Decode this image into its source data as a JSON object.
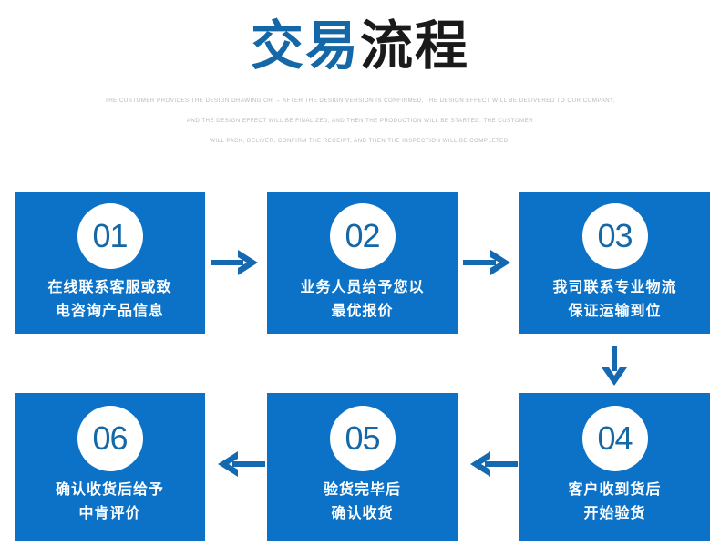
{
  "header": {
    "title_blue": "交易",
    "title_black": "流程",
    "subtitle_lines": [
      "THE CUSTOMER PROVIDES THE DESIGN DRAWING OR → AFTER THE DESIGN VERSION IS CONFIRMED, THE DESIGN EFFECT WILL BE DELIVERED TO OUR COMPANY,",
      "AND THE DESIGN EFFECT WILL BE FINALIZED, AND THEN THE PRODUCTION WILL BE STARTED. THE CUSTOMER",
      "WILL PACK, DELIVER, CONFIRM THE RECEIPT, AND THEN THE INSPECTION WILL BE COMPLETED."
    ]
  },
  "colors": {
    "brand_blue": "#0b72c8",
    "title_blue": "#1468a8",
    "title_black": "#1a1a1a",
    "subtitle_gray": "#b9b9b9",
    "badge_white": "#ffffff"
  },
  "steps": [
    {
      "number": "01",
      "line1": "在线联系客服或致",
      "line2": "电咨询产品信息"
    },
    {
      "number": "02",
      "line1": "业务人员给予您以",
      "line2": "最优报价"
    },
    {
      "number": "03",
      "line1": "我司联系专业物流",
      "line2": "保证运输到位"
    },
    {
      "number": "04",
      "line1": "客户收到货后",
      "line2": "开始验货"
    },
    {
      "number": "05",
      "line1": "验货完毕后",
      "line2": "确认收货"
    },
    {
      "number": "06",
      "line1": "确认收货后给予",
      "line2": "中肯评价"
    }
  ],
  "arrows": [
    {
      "name": "arrow-right-1-2",
      "direction": "right"
    },
    {
      "name": "arrow-right-2-3",
      "direction": "right"
    },
    {
      "name": "arrow-down-3-4",
      "direction": "down"
    },
    {
      "name": "arrow-left-4-5",
      "direction": "left"
    },
    {
      "name": "arrow-left-5-6",
      "direction": "left"
    }
  ]
}
